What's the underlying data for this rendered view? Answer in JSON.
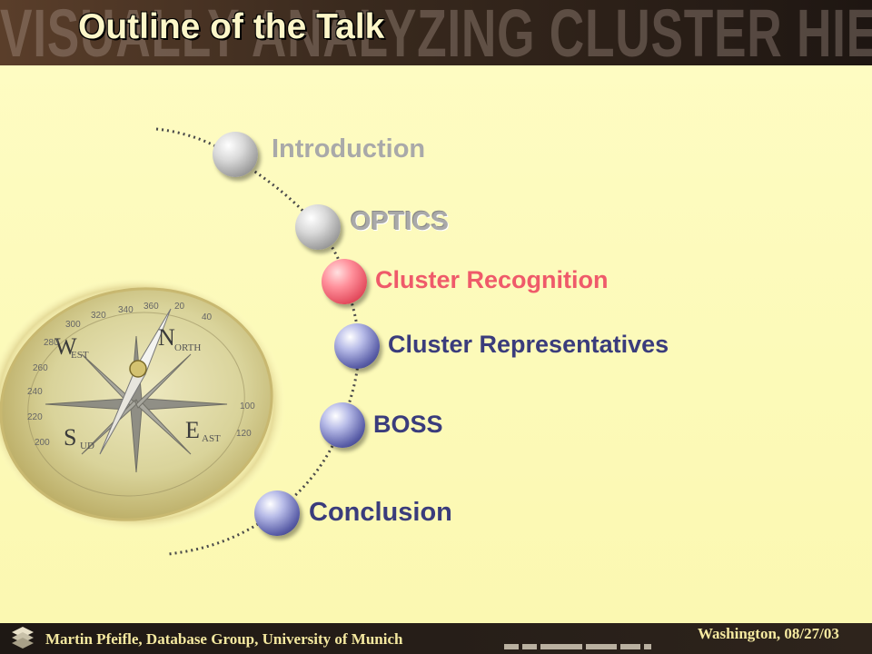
{
  "header": {
    "title": "Outline of the Talk",
    "watermark": "VISUALLY ANALYZING CLUSTER HIERARCHIES"
  },
  "outline": {
    "items": [
      {
        "label": "Introduction",
        "state": "done",
        "color": "#a9a9a9"
      },
      {
        "label": "OPTICS",
        "state": "done",
        "color": "#a9a9a9"
      },
      {
        "label": "Cluster Recognition",
        "state": "current",
        "color": "#ef5a6a"
      },
      {
        "label": "Cluster Representatives",
        "state": "upcoming",
        "color": "#3a3c7c"
      },
      {
        "label": "BOSS",
        "state": "upcoming",
        "color": "#3a3c7c"
      },
      {
        "label": "Conclusion",
        "state": "upcoming",
        "color": "#3a3c7c"
      }
    ]
  },
  "compass": {
    "letters": [
      "W",
      "N",
      "E",
      "S"
    ],
    "words": [
      "EST",
      "ORTH",
      "AST",
      "UD"
    ],
    "degrees": [
      "300",
      "320",
      "340",
      "360",
      "280",
      "260",
      "240",
      "220",
      "200",
      "20",
      "40",
      "100",
      "120"
    ]
  },
  "footer": {
    "author": "Martin Pfeifle, Database Group, University of Munich",
    "location_date": "Washington, 08/27/03"
  }
}
